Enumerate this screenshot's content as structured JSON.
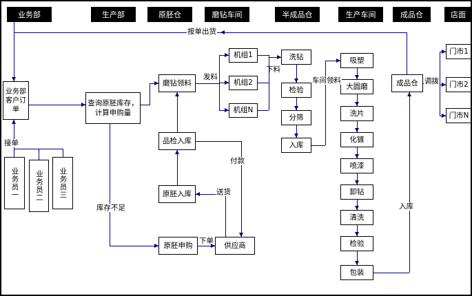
{
  "diagram": {
    "type": "flowchart",
    "colors": {
      "background": "#ffffff",
      "connector": "#000080",
      "node_border": "#000000",
      "node_fill": "#ffffff",
      "lane_header_fill": "#000000",
      "lane_header_text": "#ffffff"
    }
  },
  "lanes": [
    "业务部",
    "生产部",
    "原胚仓",
    "磨钻车间",
    "半成品仓",
    "生产车间",
    "成品仓",
    "店面"
  ],
  "nodes": {
    "customer_order": "业务部客户订单",
    "salesman_1": "业务员一",
    "salesman_2": "业务员二",
    "salesman_3": "业务员三",
    "query_stock": "查询原胚库存，计算申购量",
    "grind_requisition": "磨钻领料",
    "qc_warehouse_in": "品检入库",
    "blank_warehouse_in": "原胚入库",
    "blank_purchase": "原胚申购",
    "unit_1": "机组1",
    "unit_2": "机组2",
    "unit_n": "机组N",
    "wash_diamond": "洗钻",
    "inspect_semi": "检验",
    "sieve": "分筛",
    "semi_warehouse_in": "入库",
    "supplier": "供应商",
    "vacuum_forming": "吸塑",
    "big_round_grind": "大圆磨",
    "wash_piece": "洗片",
    "plating": "化镀",
    "spray_paint": "喷漆",
    "unload_diamond": "卸钻",
    "cleaning": "清洗",
    "inspect_final": "检验",
    "packing": "包装",
    "finished_warehouse": "成品仓",
    "store_1": "门市1",
    "store_2": "门市2",
    "store_n": "门市N"
  },
  "edge_labels": {
    "ship_by_order": "按单出货",
    "receive_order": "接单",
    "issue_material": "发料",
    "feed_material": "下料",
    "workshop_requisition": "车间领料",
    "transfer": "调拨",
    "warehouse_in": "入库",
    "payment": "付款",
    "delivery": "送货",
    "place_order": "下单",
    "stock_insufficient": "库存不足"
  }
}
